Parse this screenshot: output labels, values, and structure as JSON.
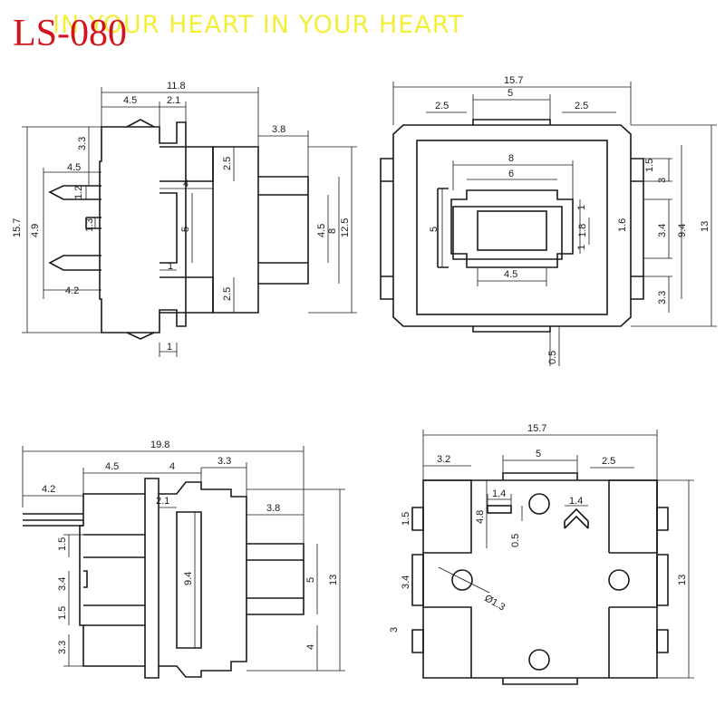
{
  "header": {
    "title": "LS-080",
    "banner": "IN YOUR HEART IN YOUR HEART",
    "title_color": "#d4141c",
    "banner_color": "#f2ee3a"
  },
  "views": {
    "side_top": {
      "w_total": "11.8",
      "w_a": "4.5",
      "w_b": "2.1",
      "w_c": "3.8",
      "h_total": "15.7",
      "h_a": "3.3",
      "h_b": "4.5",
      "h_c": "1.2",
      "h_d": "4.9",
      "h_e": "1.3",
      "h_f": "4.2",
      "h_g": "2.5",
      "h_h": "4",
      "h_i": "5",
      "h_j": "2.5",
      "h_k": "4.5",
      "h_l": "8",
      "h_m": "12.5",
      "h_n": "1",
      "h_o": "1"
    },
    "front": {
      "w_total": "15.7",
      "w_a": "2.5",
      "w_b": "5",
      "w_c": "2.5",
      "w_d": "8",
      "w_e": "6",
      "w_f": "4.5",
      "h_a": "5",
      "h_b": "1",
      "h_c": "1.8",
      "h_d": "1",
      "h_e": "1.6",
      "h_f": "1.5",
      "h_g": "3",
      "h_h": "3.4",
      "h_i": "9.4",
      "h_j": "13",
      "h_k": "3.3",
      "h_l": "0.5"
    },
    "side_bottom": {
      "w_total": "19.8",
      "w_a": "4.5",
      "w_b": "4",
      "w_c": "3.3",
      "w_d": "4.2",
      "w_e": "2.1",
      "w_f": "3.8",
      "h_a": "1.5",
      "h_b": "3.4",
      "h_c": "1.5",
      "h_d": "3.3",
      "h_e": "9.4",
      "h_f": "5",
      "h_g": "4",
      "h_h": "13"
    },
    "bottom": {
      "w_total": "15.7",
      "w_a": "3.2",
      "w_b": "5",
      "w_c": "2.5",
      "w_d": "1.4",
      "w_e": "1.4",
      "h_a": "4.8",
      "h_b": "0.5",
      "h_c": "1.5",
      "h_d": "3.4",
      "h_e": "3",
      "h_f": "13",
      "hole": "Ø1.3"
    }
  }
}
